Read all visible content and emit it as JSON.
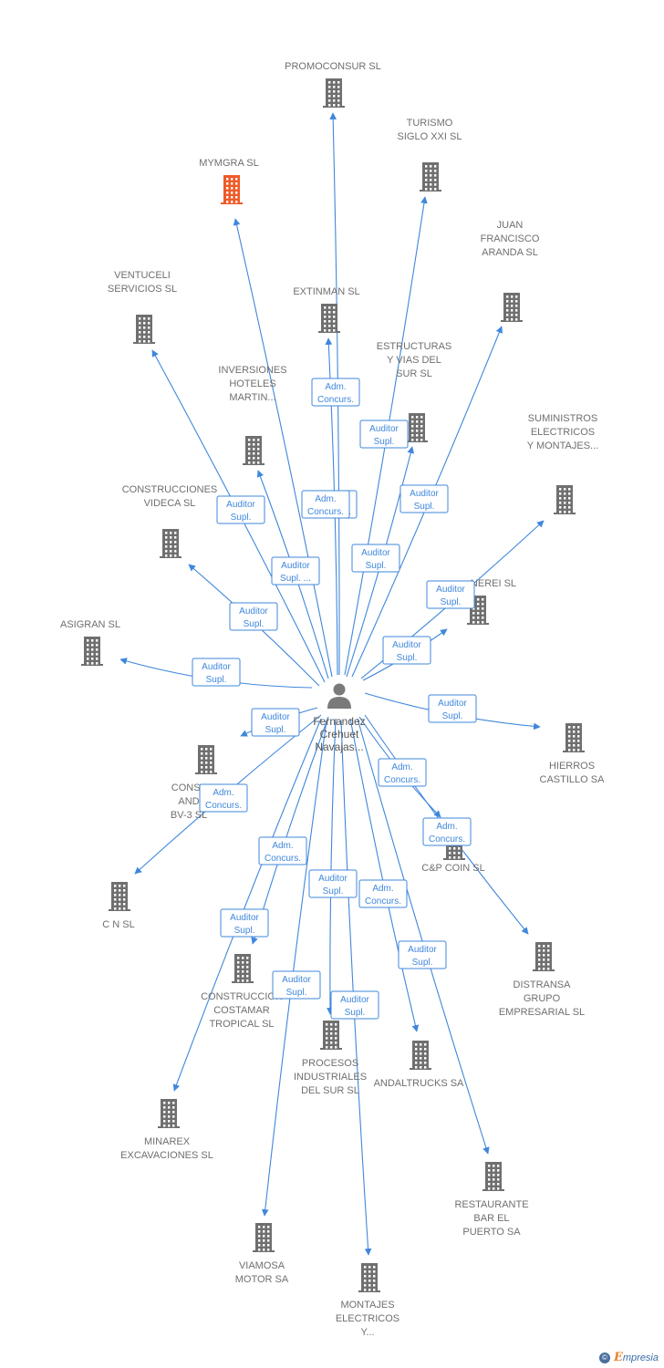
{
  "center": {
    "name_lines": [
      "Fernandez",
      "Crehuet",
      "Navajas..."
    ]
  },
  "colors": {
    "edge": "#3f87db",
    "building": "#6f6f6f",
    "highlight": "#f05a28"
  },
  "nodes": [
    {
      "id": "promoconsur",
      "lines": [
        "PROMOCONSUR SL"
      ],
      "highlight": false
    },
    {
      "id": "turismo",
      "lines": [
        "TURISMO",
        "SIGLO XXI SL"
      ],
      "highlight": false
    },
    {
      "id": "mymgra",
      "lines": [
        "MYMGRA SL"
      ],
      "highlight": true
    },
    {
      "id": "juan",
      "lines": [
        "JUAN",
        "FRANCISCO",
        "ARANDA SL"
      ],
      "highlight": false
    },
    {
      "id": "ventuceli",
      "lines": [
        "VENTUCELI",
        "SERVICIOS SL"
      ],
      "highlight": false
    },
    {
      "id": "extinman",
      "lines": [
        "EXTINMAN SL"
      ],
      "highlight": false
    },
    {
      "id": "estructuras",
      "lines": [
        "ESTRUCTURAS",
        "Y VIAS DEL",
        "SUR SL"
      ],
      "highlight": false
    },
    {
      "id": "inversiones",
      "lines": [
        "INVERSIONES",
        "HOTELES",
        "MARTIN..."
      ],
      "highlight": false
    },
    {
      "id": "suministros",
      "lines": [
        "SUMINISTROS",
        "ELECTRICOS",
        "Y MONTAJES..."
      ],
      "highlight": false
    },
    {
      "id": "videca",
      "lines": [
        "CONSTRUCCIONES",
        "VIDECA SL"
      ],
      "highlight": false
    },
    {
      "id": "nerei",
      "lines": [
        "NEREI SL"
      ],
      "highlight": false
    },
    {
      "id": "asigran",
      "lines": [
        "ASIGRAN SL"
      ],
      "highlight": false
    },
    {
      "id": "hierros",
      "lines": [
        "HIERROS",
        "CASTILLO SA"
      ],
      "highlight": false
    },
    {
      "id": "constand",
      "lines": [
        "CONST",
        "AND",
        "BV-3 SL"
      ],
      "highlight": false
    },
    {
      "id": "cpcoin",
      "lines": [
        "C&P COIN SL"
      ],
      "highlight": false
    },
    {
      "id": "cn",
      "lines": [
        "C N SL"
      ],
      "highlight": false
    },
    {
      "id": "distransa",
      "lines": [
        "DISTRANSA",
        "GRUPO",
        "EMPRESARIAL SL"
      ],
      "highlight": false
    },
    {
      "id": "costamar",
      "lines": [
        "CONSTRUCCION",
        "COSTAMAR",
        "TROPICAL SL"
      ],
      "highlight": false
    },
    {
      "id": "procesos",
      "lines": [
        "PROCESOS",
        "INDUSTRIALES",
        "DEL SUR SL"
      ],
      "highlight": false
    },
    {
      "id": "andaltrucks",
      "lines": [
        "ANDALTRUCKS SA"
      ],
      "highlight": false
    },
    {
      "id": "minarex",
      "lines": [
        "MINAREX",
        "EXCAVACIONES SL"
      ],
      "highlight": false
    },
    {
      "id": "restaurante",
      "lines": [
        "RESTAURANTE",
        "BAR EL",
        "PUERTO SA"
      ],
      "highlight": false
    },
    {
      "id": "viamosa",
      "lines": [
        "VIAMOSA",
        "MOTOR SA"
      ],
      "highlight": false
    },
    {
      "id": "montajes",
      "lines": [
        "MONTAJES",
        "ELECTRICOS",
        "Y..."
      ],
      "highlight": false
    }
  ],
  "edges": [
    {
      "target": "promoconsur",
      "lines": [
        "Adm.",
        "Concurs."
      ]
    },
    {
      "target": "turismo",
      "lines": [
        "Auditor",
        "Supl."
      ]
    },
    {
      "target": "mymgra",
      "lines": [
        "Adm.",
        "Concurs."
      ]
    },
    {
      "target": "juan",
      "lines": [
        "Auditor",
        "Supl."
      ]
    },
    {
      "target": "ventuceli",
      "lines": [
        "Auditor",
        "Supl."
      ]
    },
    {
      "target": "extinman",
      "lines": [
        "Adm.",
        "Concurs."
      ]
    },
    {
      "target": "estructuras",
      "lines": [
        "Auditor",
        "Supl."
      ]
    },
    {
      "target": "inversiones",
      "lines": [
        "Auditor",
        "Supl. ..."
      ]
    },
    {
      "target": "suministros",
      "lines": [
        "Auditor",
        "Supl."
      ]
    },
    {
      "target": "videca",
      "lines": [
        "Auditor",
        "Supl."
      ]
    },
    {
      "target": "nerei",
      "lines": [
        "Auditor",
        "Supl."
      ]
    },
    {
      "target": "asigran",
      "lines": [
        "Auditor",
        "Supl."
      ]
    },
    {
      "target": "hierros",
      "lines": [
        "Auditor",
        "Supl."
      ]
    },
    {
      "target": "constand",
      "lines": [
        "Auditor",
        "Supl."
      ]
    },
    {
      "target": "cpcoin",
      "lines": [
        "Adm.",
        "Concurs."
      ]
    },
    {
      "target": "cn",
      "lines": [
        "Adm.",
        "Concurs."
      ]
    },
    {
      "target": "distransa",
      "lines": [
        "Adm.",
        "Concurs."
      ]
    },
    {
      "target": "costamar",
      "lines": [
        "Adm.",
        "Concurs."
      ]
    },
    {
      "target": "procesos",
      "lines": [
        "Auditor",
        "Supl."
      ]
    },
    {
      "target": "andaltrucks",
      "lines": [
        "Adm.",
        "Concurs."
      ]
    },
    {
      "target": "minarex",
      "lines": [
        "Auditor",
        "Supl."
      ]
    },
    {
      "target": "restaurante",
      "lines": [
        "Auditor",
        "Supl."
      ]
    },
    {
      "target": "viamosa",
      "lines": [
        "Auditor",
        "Supl."
      ]
    },
    {
      "target": "montajes",
      "lines": [
        "Auditor",
        "Supl."
      ]
    }
  ],
  "brand": {
    "copyright": "©",
    "e": "E",
    "rest": "mpresia"
  }
}
